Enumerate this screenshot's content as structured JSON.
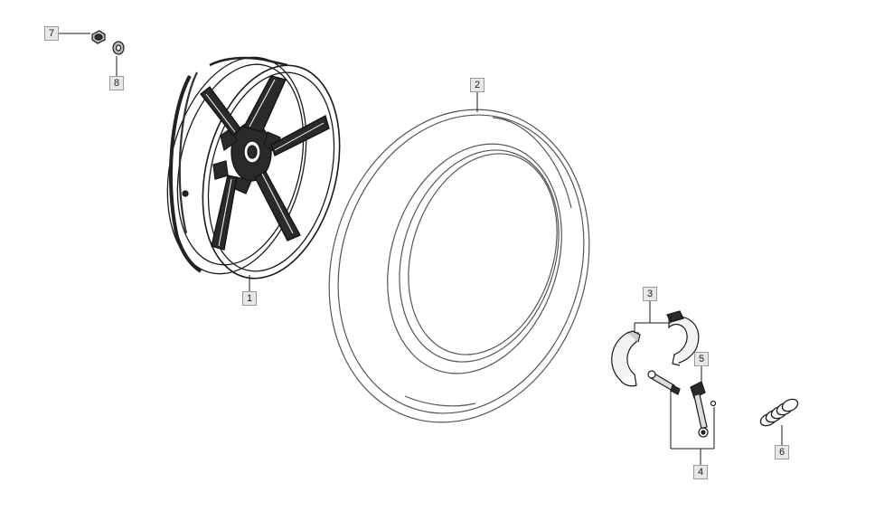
{
  "diagram": {
    "callouts": {
      "c1": "1",
      "c2": "2",
      "c3": "3",
      "c4": "4",
      "c5": "5",
      "c6": "6",
      "c7": "7",
      "c8": "8"
    },
    "colors": {
      "line": "#1a1a1a",
      "tire_line": "#555555",
      "label_bg": "#e8e8e8",
      "label_border": "#9a9a9a",
      "background": "#ffffff"
    }
  }
}
